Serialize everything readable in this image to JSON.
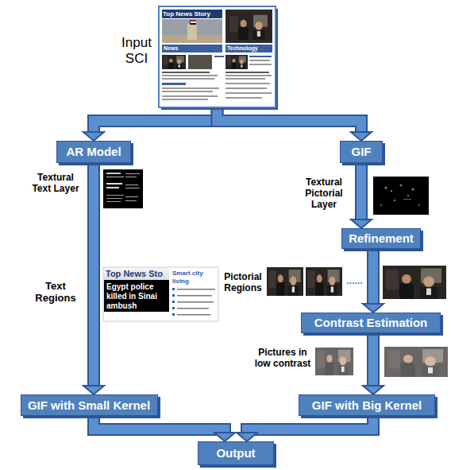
{
  "diagram": {
    "nodes": [
      {
        "text": [
          "Input SCI"
        ]
      },
      {
        "text": [
          "AR Model"
        ]
      },
      {
        "text": [
          "GIF"
        ]
      },
      {
        "text": [
          "Refinement"
        ]
      },
      {
        "text": [
          "Contrast Estimation"
        ]
      },
      {
        "text": [
          "GIF with Small Kernel"
        ]
      },
      {
        "text": [
          "GIF with Big Kernel"
        ]
      },
      {
        "text": [
          "Output"
        ]
      }
    ],
    "edges": [
      {
        "from": 0,
        "to": 1,
        "arrow": "to"
      },
      {
        "from": 0,
        "to": 2,
        "arrow": "to"
      },
      {
        "from": 1,
        "to": 5,
        "arrow": "to"
      },
      {
        "from": 2,
        "to": 3,
        "arrow": "to"
      },
      {
        "from": 3,
        "to": 4,
        "arrow": "to"
      },
      {
        "from": 4,
        "to": 6,
        "arrow": "to"
      },
      {
        "from": 5,
        "to": 7,
        "arrow": "to"
      },
      {
        "from": 6,
        "to": 7,
        "arrow": "to"
      }
    ],
    "labels": [
      "Top News Story",
      "News",
      "Technology",
      "Textural Text Layer",
      "Textural Pictorial Layer",
      "Text Regions",
      "Top News Sto",
      "Egypt police killed in Sinai ambush",
      "Smart city living",
      "Pictorial Regions",
      "......",
      "Pictures in low contrast"
    ]
  }
}
